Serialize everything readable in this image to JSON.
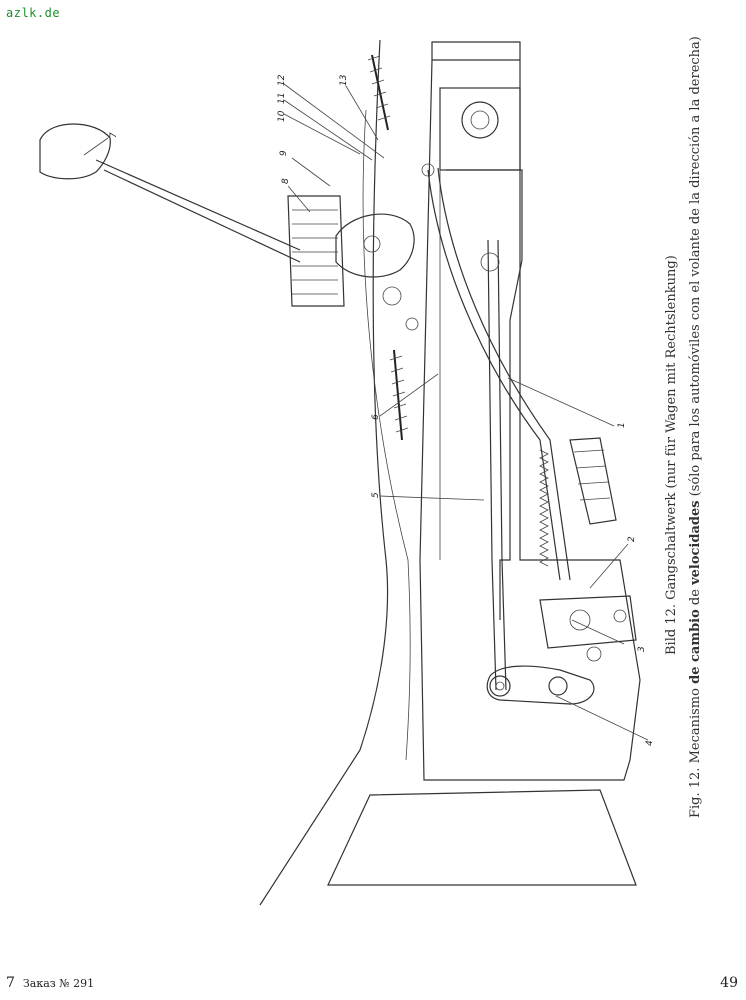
{
  "watermark": "azlk.de",
  "caption": {
    "german": "Bild 12. Gangschaltwerk (nur für Wagen mit Rechtslenkung)",
    "spanish_prefix": "Fig. 12. Mecanismo ",
    "spanish_bold1": "de cambio",
    "spanish_mid": " de ",
    "spanish_bold2": "velocidades",
    "spanish_suffix": " (sólo para los automóviles con el volante de la dirección a la derecha)"
  },
  "footer": {
    "signature_mark": "7",
    "print_order": "Заказ № 291"
  },
  "page_number": "49",
  "callouts": [
    {
      "label": "1"
    },
    {
      "label": "2"
    },
    {
      "label": "3"
    },
    {
      "label": "4"
    },
    {
      "label": "5"
    },
    {
      "label": "6"
    },
    {
      "label": "7"
    },
    {
      "label": "8"
    },
    {
      "label": "9"
    },
    {
      "label": "10"
    },
    {
      "label": "11"
    },
    {
      "label": "12"
    },
    {
      "label": "13"
    }
  ]
}
